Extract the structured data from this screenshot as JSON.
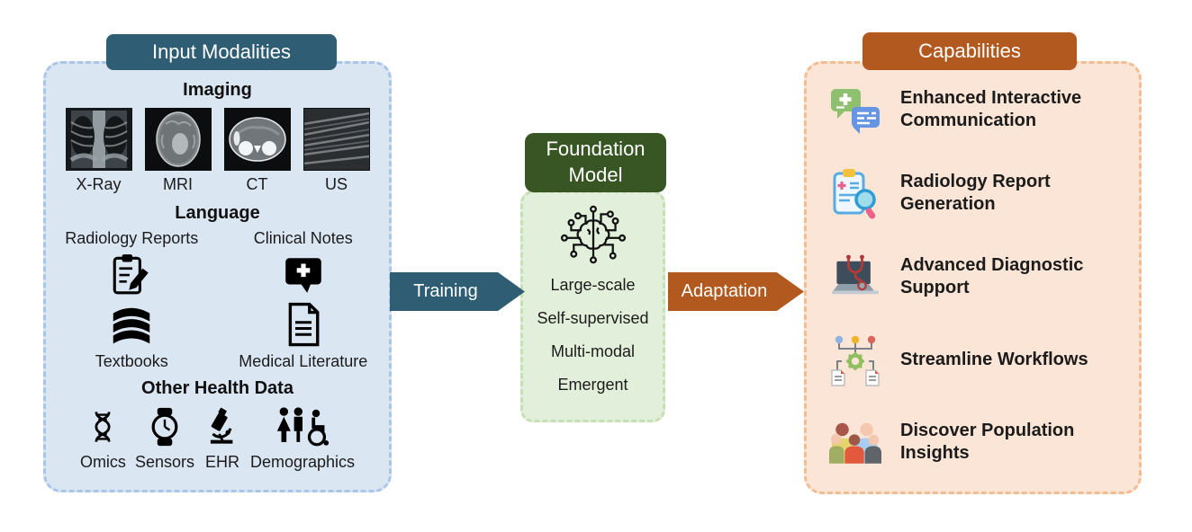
{
  "colors": {
    "teal": "#2E5D74",
    "dark_green": "#375623",
    "orange": "#B2591F",
    "input_panel_bg": "#DBE6F3",
    "foundation_panel_bg": "#E2EFDA",
    "capabilities_panel_bg": "#FBE5D6"
  },
  "input_panel": {
    "title": "Input Modalities",
    "imaging": {
      "title": "Imaging",
      "items": [
        {
          "label": "X-Ray",
          "icon": "xray-image"
        },
        {
          "label": "MRI",
          "icon": "mri-image"
        },
        {
          "label": "CT",
          "icon": "ct-image"
        },
        {
          "label": "US",
          "icon": "us-image"
        }
      ]
    },
    "language": {
      "title": "Language",
      "items": [
        {
          "label": "Radiology Reports",
          "icon": "clipboard-pencil-icon"
        },
        {
          "label": "Clinical Notes",
          "icon": "chat-plus-icon"
        },
        {
          "label": "Textbooks",
          "icon": "books-stack-icon"
        },
        {
          "label": "Medical Literature",
          "icon": "document-icon"
        }
      ]
    },
    "other_health_data": {
      "title": "Other Health Data",
      "items": [
        {
          "label": "Omics",
          "icon": "dna-icon"
        },
        {
          "label": "Sensors",
          "icon": "watch-icon"
        },
        {
          "label": "EHR",
          "icon": "microscope-icon"
        },
        {
          "label": "Demographics",
          "icon": "people-accessibility-icon"
        }
      ]
    }
  },
  "arrows": {
    "training": {
      "label": "Training"
    },
    "adaptation": {
      "label": "Adaptation"
    }
  },
  "foundation_model": {
    "title": "Foundation Model",
    "icon": "brain-circuit-icon",
    "features": [
      "Large-scale",
      "Self-supervised",
      "Multi-modal",
      "Emergent"
    ]
  },
  "capabilities": {
    "title": "Capabilities",
    "items": [
      {
        "label": "Enhanced Interactive Communication",
        "icon": "chat-bubbles-icon"
      },
      {
        "label": "Radiology Report Generation",
        "icon": "report-magnifier-icon"
      },
      {
        "label": "Advanced Diagnostic Support",
        "icon": "laptop-stethoscope-icon"
      },
      {
        "label": "Streamline Workflows",
        "icon": "workflow-gear-icon"
      },
      {
        "label": "Discover Population Insights",
        "icon": "people-group-icon"
      }
    ]
  }
}
